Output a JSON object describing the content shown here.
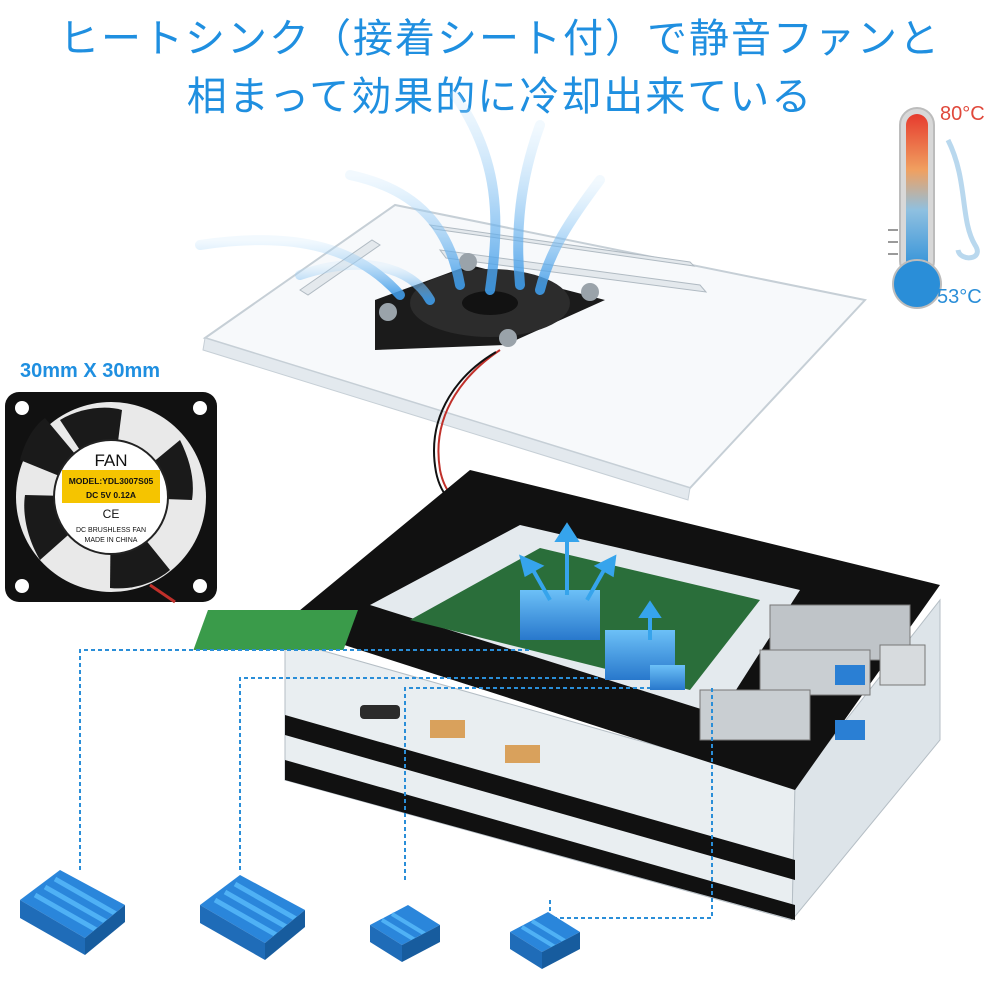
{
  "headline": {
    "line1": "ヒートシンク（接着シート付）で静音ファンと",
    "line2": "相まって効果的に冷却出来ている"
  },
  "thermometer": {
    "high": "80°C",
    "low": "53°C",
    "colors": {
      "hot": "#e0483b",
      "cool": "#2a8ed8"
    }
  },
  "fan": {
    "size_label": "30mm X 30mm",
    "brand": "FAN",
    "model": "MODEL:YDL3007S05",
    "rating": "DC 5V  0.12A",
    "cert": "CE",
    "type": "DC BRUSHLESS FAN",
    "origin": "MADE IN CHINA"
  },
  "colors": {
    "accent": "#1f8fe0",
    "heatsink": "#3a9be6",
    "case": "#111111"
  }
}
